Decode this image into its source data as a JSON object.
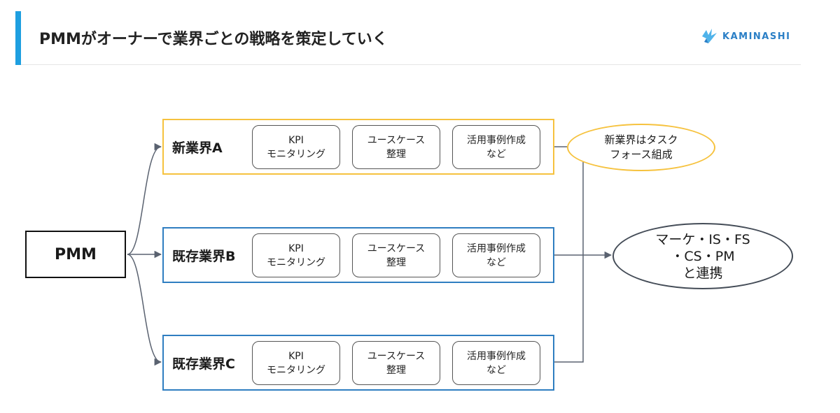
{
  "header": {
    "title": "PMMがオーナーで業界ごとの戦略を策定していく",
    "logo_text": "KAMINASHI",
    "accent_color": "#1e9fe0"
  },
  "diagram": {
    "root": {
      "label": "PMM"
    },
    "segments": [
      {
        "label": "新業界A",
        "border_color": "#f6c23e",
        "tasks": [
          {
            "line1": "KPI",
            "line2": "モニタリング"
          },
          {
            "line1": "ユースケース",
            "line2": "整理"
          },
          {
            "line1": "活用事例作成",
            "line2": "など"
          }
        ]
      },
      {
        "label": "既存業界B",
        "border_color": "#2f7ec1",
        "tasks": [
          {
            "line1": "KPI",
            "line2": "モニタリング"
          },
          {
            "line1": "ユースケース",
            "line2": "整理"
          },
          {
            "line1": "活用事例作成",
            "line2": "など"
          }
        ]
      },
      {
        "label": "既存業界C",
        "border_color": "#2f7ec1",
        "tasks": [
          {
            "line1": "KPI",
            "line2": "モニタリング"
          },
          {
            "line1": "ユースケース",
            "line2": "整理"
          },
          {
            "line1": "活用事例作成",
            "line2": "など"
          }
        ]
      }
    ],
    "task_force_note": {
      "line1": "新業界はタスク",
      "line2": "フォース組成"
    },
    "collaboration": {
      "line1": "マーケ・IS・FS",
      "line2": "・CS・PM",
      "line3": "と連携"
    }
  }
}
